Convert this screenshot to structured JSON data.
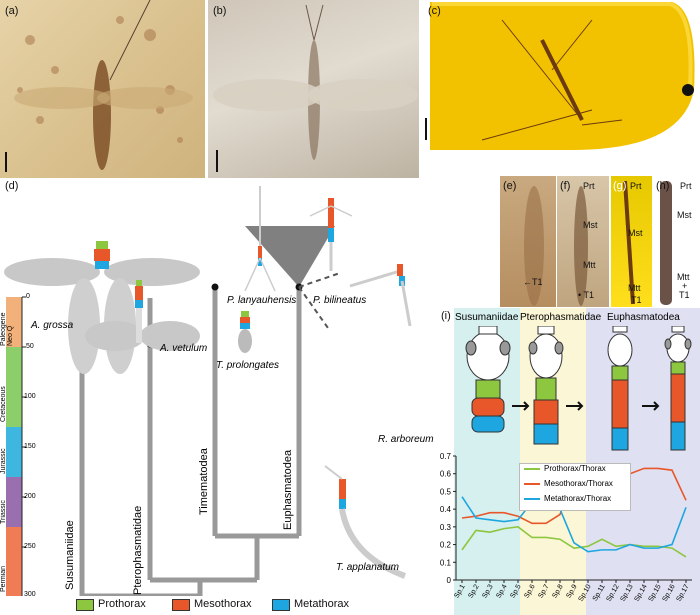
{
  "panels": {
    "a": "(a)",
    "b": "(b)",
    "c": "(c)",
    "d": "(d)",
    "e": "(e)",
    "f": "(f)",
    "g": "(g)",
    "h": "(h)",
    "i": "(i)"
  },
  "segments": {
    "prt": "Prt",
    "mst": "Mst",
    "mtt": "Mtt",
    "t1": "T1",
    "plus": "+",
    "t1_arrow": "←T1",
    "t1_bullet": "• T1"
  },
  "time_axis": {
    "ticks": [
      "0",
      "50",
      "100",
      "150",
      "200",
      "250",
      "300"
    ],
    "periods": [
      {
        "label": "Paleogene Neo Q",
        "color": "#f2b07a"
      },
      {
        "label": "Cretaceous",
        "color": "#8ccf6a"
      },
      {
        "label": "Jurassic",
        "color": "#3db7e0"
      },
      {
        "label": "Triassic",
        "color": "#9a6fb0"
      },
      {
        "label": "Permian",
        "color": "#f07c55"
      }
    ]
  },
  "clades": {
    "susumaniidae": "Susumaniidae",
    "pterophasmatidae": "Pterophasmatidae",
    "timematodea": "Timematodea",
    "euphasmatodea": "Euphasmatodea"
  },
  "taxa": {
    "a_grossa": "A. grossa",
    "a_vetulum": "A. vetulum",
    "p_lanyauhensis": "P. lanyauhensis",
    "p_bilineatus": "P. bilineatus",
    "t_prolongates": "T. prolongates",
    "r_arboreum": "R. arboreum",
    "t_applanatum": "T. applanatum"
  },
  "legend": {
    "prothorax": "Prothorax",
    "mesothorax": "Mesothorax",
    "metathorax": "Metathorax"
  },
  "colors": {
    "prothorax": "#8dc63f",
    "mesothorax": "#e8572a",
    "metathorax": "#1ea6e0",
    "bg_susumaniidae": "#d6efef",
    "bg_pterophasmatidae": "#fbf6d6",
    "bg_euphasmatodea": "#dfe0f1"
  },
  "icons": [
    "head-outline-icon",
    "eye-icon",
    "right-arrow-icon",
    "scale-bar-icon"
  ],
  "panel_i_headers": {
    "susumaniidae": "Susumaniidae",
    "pterophasmatidae": "Pterophasmatidae",
    "euphasmatodea": "Euphasmatodea"
  },
  "chart_data": {
    "type": "line",
    "categories": [
      "Sp.1",
      "Sp.2",
      "Sp.3",
      "Sp.4",
      "Sp.5",
      "Sp.6",
      "Sp.7",
      "Sp.8",
      "Sp.9",
      "Sp.10",
      "Sp.11",
      "Sp.12",
      "Sp.13",
      "Sp.14",
      "Sp.15",
      "Sp.16",
      "Sp.17"
    ],
    "ylim": [
      0,
      0.7
    ],
    "yticks": [
      "0",
      "0.1",
      "0.2",
      "0.3",
      "0.4",
      "0.5",
      "0.6",
      "0.7"
    ],
    "grid": false,
    "legend_position": "top-left",
    "series": [
      {
        "name": "Prothorax/Thorax",
        "color": "#8dc63f",
        "values": [
          0.17,
          0.28,
          0.27,
          0.29,
          0.3,
          0.24,
          0.24,
          0.23,
          0.18,
          0.19,
          0.23,
          0.19,
          0.2,
          0.19,
          0.19,
          0.18,
          0.13
        ]
      },
      {
        "name": "Mesothorax/Thorax",
        "color": "#e8572a",
        "values": [
          0.35,
          0.36,
          0.38,
          0.38,
          0.36,
          0.32,
          0.32,
          0.37,
          0.6,
          0.65,
          0.6,
          0.64,
          0.6,
          0.63,
          0.63,
          0.62,
          0.45
        ]
      },
      {
        "name": "Metathorax/Thorax",
        "color": "#1ea6e0",
        "values": [
          0.47,
          0.35,
          0.34,
          0.33,
          0.34,
          0.44,
          0.45,
          0.4,
          0.21,
          0.16,
          0.17,
          0.17,
          0.2,
          0.18,
          0.18,
          0.2,
          0.41
        ]
      }
    ]
  }
}
